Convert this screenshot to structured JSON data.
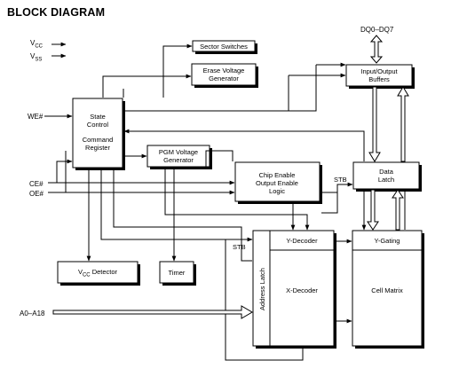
{
  "title": "BLOCK DIAGRAM",
  "pins": {
    "vcc": "V",
    "vcc_sub": "CC",
    "vss": "V",
    "vss_sub": "SS",
    "we": "WE#",
    "ce": "CE#",
    "oe": "OE#",
    "addr": "A0–A18",
    "dq": "DQ0–DQ7"
  },
  "blocks": {
    "sector_switches": "Sector Switches",
    "erase_voltage": [
      "Erase Voltage",
      "Generator"
    ],
    "io_buffers": [
      "Input/Output",
      "Buffers"
    ],
    "state_control": [
      "State",
      "Control",
      "Command",
      "Register"
    ],
    "pgm_voltage": [
      "PGM Voltage",
      "Generator"
    ],
    "chip_enable": [
      "Chip Enable",
      "Output Enable",
      "Logic"
    ],
    "data_latch": [
      "Data",
      "Latch"
    ],
    "y_decoder": "Y-Decoder",
    "y_gating": "Y-Gating",
    "x_decoder": "X-Decoder",
    "cell_matrix": "Cell Matrix",
    "address_latch": "Address Latch",
    "vcc_detector": "V",
    "vcc_detector_sub": "CC",
    "vcc_detector_rest": " Detector",
    "timer": "Timer"
  },
  "signals": {
    "stb_left": "STB",
    "stb_right": "STB"
  }
}
